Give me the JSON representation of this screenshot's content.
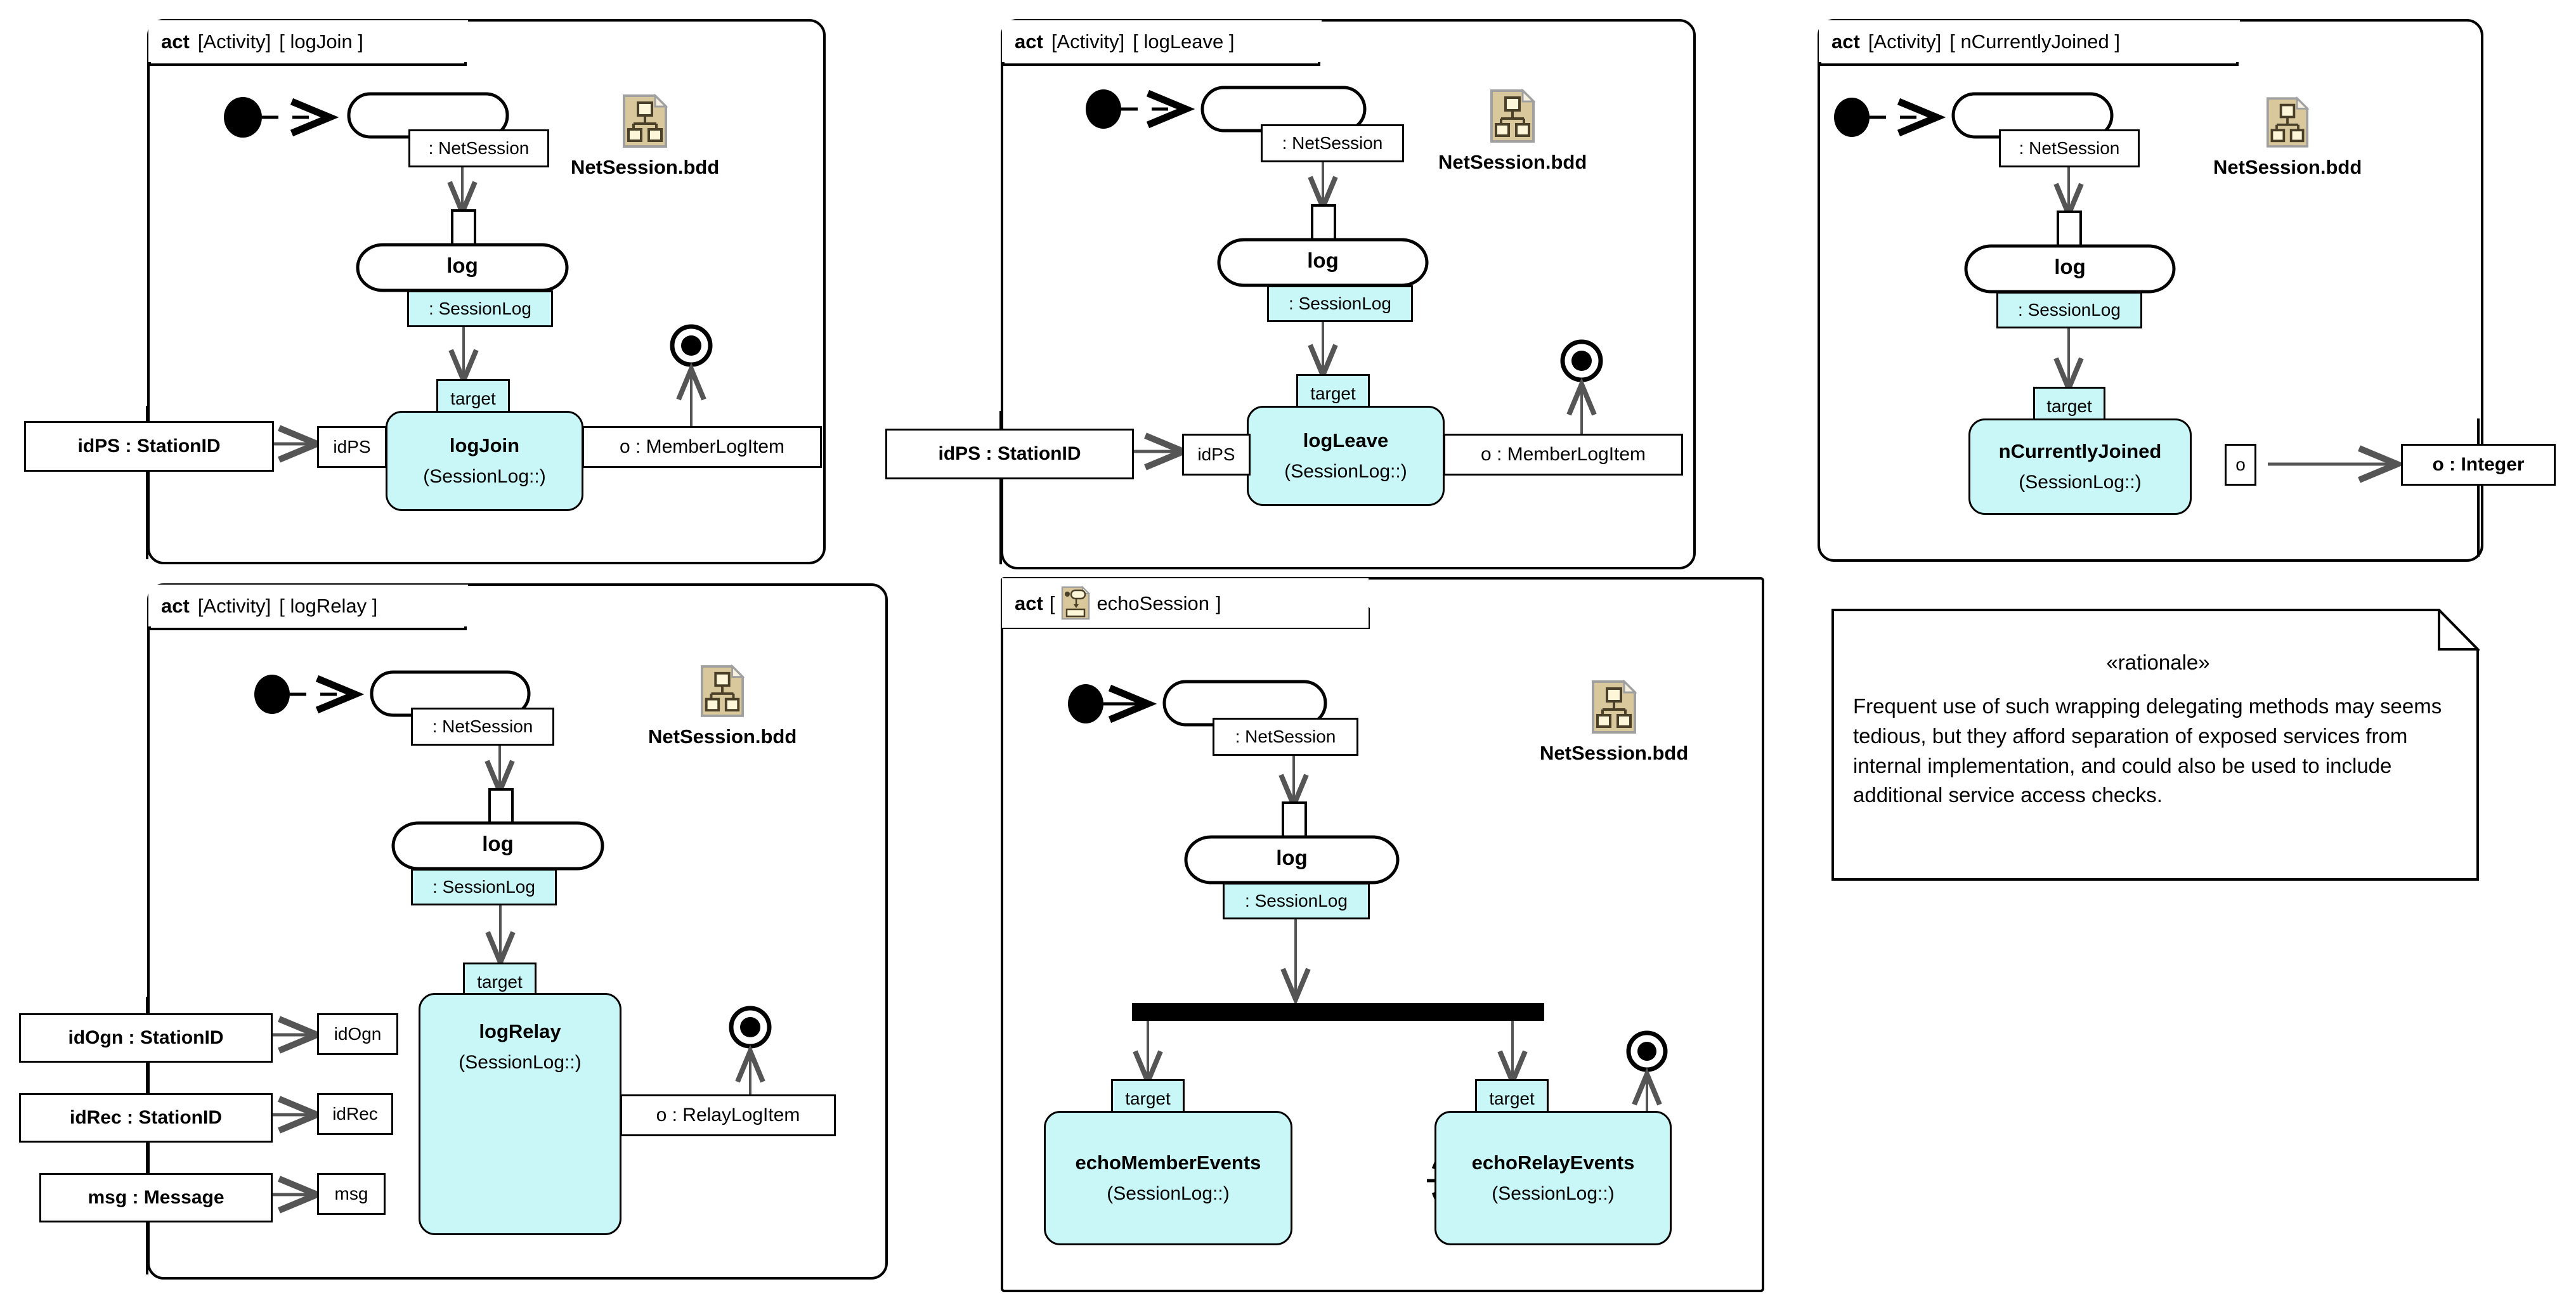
{
  "meta": {
    "colors": {
      "cyan_fill": "#c9f7f7",
      "bdd_doc_fill": "#d9c89b",
      "bdd_doc_border": "#a0a0a0",
      "bdd_inner_fill": "#fdf6d8",
      "bdd_inner_border": "#4a3f28",
      "line": "#000000",
      "arrow": "#555555"
    }
  },
  "frames": [
    {
      "id": "logJoin",
      "header": {
        "keyword": "act",
        "meta": "[Activity]",
        "name": "[ logJoin ]",
        "icon": null
      },
      "bdd": {
        "label": "NetSession.bdd",
        "icon": "bdd-file-icon"
      },
      "nodes": {
        "initial": "initial-node",
        "accept_event_pin": ": NetSession",
        "action_log": {
          "title": "log",
          "pin": ": SessionLog"
        },
        "action_main": {
          "title": "logJoin",
          "sub": "(SessionLog::)",
          "target_pin": "target"
        },
        "input_param": "idPS : StationID",
        "input_pin": "idPS",
        "output_param": "o : MemberLogItem",
        "final": "activity-final-node"
      }
    },
    {
      "id": "logLeave",
      "header": {
        "keyword": "act",
        "meta": "[Activity]",
        "name": "[ logLeave ]",
        "icon": null
      },
      "bdd": {
        "label": "NetSession.bdd",
        "icon": "bdd-file-icon"
      },
      "nodes": {
        "initial": "initial-node",
        "accept_event_pin": ": NetSession",
        "action_log": {
          "title": "log",
          "pin": ": SessionLog"
        },
        "action_main": {
          "title": "logLeave",
          "sub": "(SessionLog::)",
          "target_pin": "target"
        },
        "input_param": "idPS : StationID",
        "input_pin": "idPS",
        "output_param": "o : MemberLogItem",
        "final": "activity-final-node"
      }
    },
    {
      "id": "nCurrentlyJoined",
      "header": {
        "keyword": "act",
        "meta": "[Activity]",
        "name": "[ nCurrentlyJoined ]",
        "icon": null
      },
      "bdd": {
        "label": "NetSession.bdd",
        "icon": "bdd-file-icon"
      },
      "nodes": {
        "initial": "initial-node",
        "accept_event_pin": ": NetSession",
        "action_log": {
          "title": "log",
          "pin": ": SessionLog"
        },
        "action_main": {
          "title": "nCurrentlyJoined",
          "sub": "(SessionLog::)",
          "target_pin": "target"
        },
        "output_pin": "o",
        "output_param": "o : Integer"
      }
    },
    {
      "id": "logRelay",
      "header": {
        "keyword": "act",
        "meta": "[Activity]",
        "name": "[ logRelay ]",
        "icon": null
      },
      "bdd": {
        "label": "NetSession.bdd",
        "icon": "bdd-file-icon"
      },
      "nodes": {
        "initial": "initial-node",
        "accept_event_pin": ": NetSession",
        "action_log": {
          "title": "log",
          "pin": ": SessionLog"
        },
        "action_main": {
          "title": "logRelay",
          "sub": "(SessionLog::)",
          "target_pin": "target"
        },
        "input_params": [
          "idOgn : StationID",
          "idRec : StationID",
          "msg : Message"
        ],
        "input_pins": [
          "idOgn",
          "idRec",
          "msg"
        ],
        "output_param": "o : RelayLogItem",
        "final": "activity-final-node"
      }
    },
    {
      "id": "echoSession",
      "header": {
        "keyword": "act",
        "meta": "",
        "name": "echoSession",
        "icon": "activity-diagram-icon",
        "bracket_open": "[",
        "bracket_close": "]"
      },
      "bdd": {
        "label": "NetSession.bdd",
        "icon": "bdd-file-icon"
      },
      "nodes": {
        "initial": "initial-node",
        "accept_event_pin": ": NetSession",
        "action_log": {
          "title": "log",
          "pin": ": SessionLog"
        },
        "fork": "fork-bar",
        "action_left": {
          "title": "echoMemberEvents",
          "sub": "(SessionLog::)",
          "target_pin": "target"
        },
        "action_right": {
          "title": "echoRelayEvents",
          "sub": "(SessionLog::)",
          "target_pin": "target"
        },
        "final": "activity-final-node"
      }
    }
  ],
  "note": {
    "stereotype": "«rationale»",
    "text": "Frequent use of such wrapping delegating methods may seems tedious, but they afford separation of exposed services from internal implementation, and could also be used to include additional service access checks."
  }
}
